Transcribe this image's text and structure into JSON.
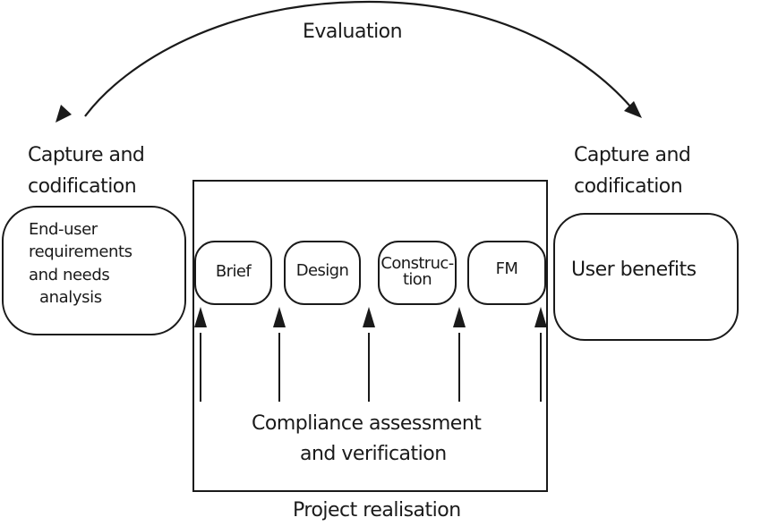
{
  "evaluation": {
    "label": "Evaluation"
  },
  "left": {
    "heading_line1": "Capture and",
    "heading_line2": "codification",
    "box_lines": [
      "End-user",
      "requirements",
      "and needs",
      "analysis"
    ]
  },
  "right": {
    "heading_line1": "Capture and",
    "heading_line2": "codification",
    "box_label": "User benefits"
  },
  "stages": [
    {
      "label": "Brief"
    },
    {
      "label": "Design"
    },
    {
      "label_line1": "Construc-",
      "label_line2": "tion"
    },
    {
      "label": "FM"
    }
  ],
  "compliance": {
    "line1": "Compliance assessment",
    "line2": "and verification"
  },
  "project": {
    "label": "Project realisation"
  },
  "colors": {
    "stroke": "#1a1a1a",
    "background": "#ffffff"
  }
}
